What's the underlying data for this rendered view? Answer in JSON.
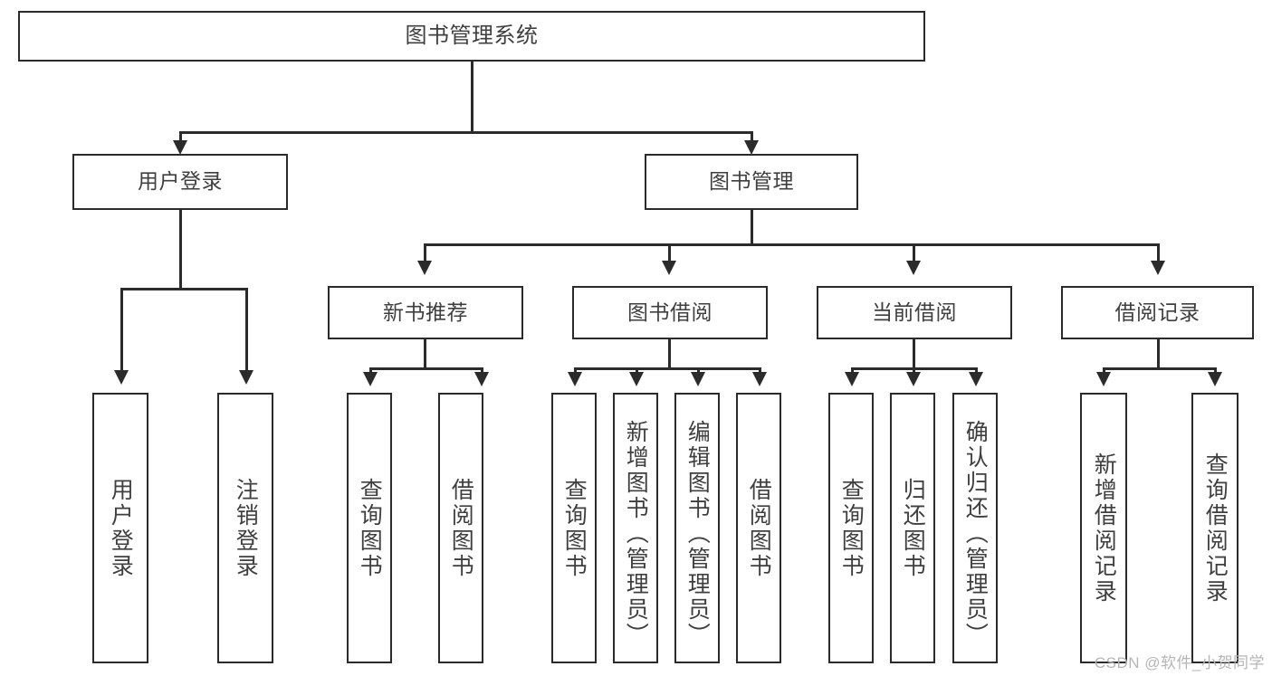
{
  "diagram": {
    "title": "图书管理系统",
    "type": "tree",
    "root": {
      "label": "图书管理系统"
    },
    "level1": [
      {
        "label": "用户登录"
      },
      {
        "label": "图书管理"
      }
    ],
    "level2": [
      {
        "label": "新书推荐"
      },
      {
        "label": "图书借阅"
      },
      {
        "label": "当前借阅"
      },
      {
        "label": "借阅记录"
      }
    ],
    "leaves": {
      "user_login": [
        {
          "label": "用户登录"
        },
        {
          "label": "注销登录"
        }
      ],
      "new_book_recommend": [
        {
          "label": "查询图书"
        },
        {
          "label": "借阅图书"
        }
      ],
      "book_borrow": [
        {
          "label": "查询图书"
        },
        {
          "label": "新增图书（管理员）"
        },
        {
          "label": "编辑图书（管理员）"
        },
        {
          "label": "借阅图书"
        }
      ],
      "current_borrow": [
        {
          "label": "查询图书"
        },
        {
          "label": "归还图书"
        },
        {
          "label": "确认归还（管理员）"
        }
      ],
      "borrow_record": [
        {
          "label": "新增借阅记录"
        },
        {
          "label": "查询借阅记录"
        }
      ]
    }
  },
  "watermark": {
    "text": "CSDN @软件_小贺同学"
  },
  "colors": {
    "stroke": "#2b2b2b",
    "text": "#3f3f3f",
    "background": "#ffffff",
    "watermark": "#b6b6b6"
  }
}
